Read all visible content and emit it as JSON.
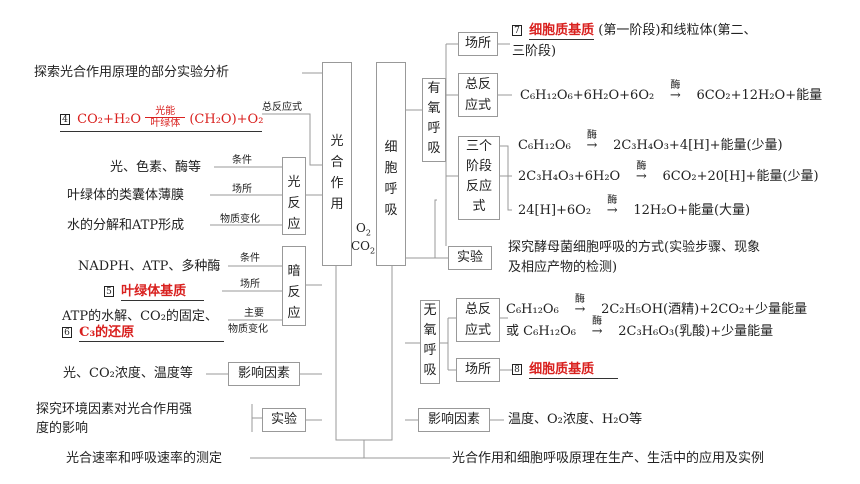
{
  "center": {
    "photo": [
      "光",
      "合",
      "作",
      "用"
    ],
    "resp": [
      "细",
      "胞",
      "呼",
      "吸"
    ],
    "o2": "O",
    "o2_sub": "2",
    "co2": "CO",
    "co2_sub": "2"
  },
  "left": {
    "top_item": "探索光合作用原理的部分实验分析",
    "total_label": "总反应式",
    "eq4_num": "4",
    "eq4_lhs": "CO₂+H₂O",
    "eq4_top": "光能",
    "eq4_bottom": "叶绿体",
    "eq4_rhs": "(CH₂O)+O₂",
    "light": {
      "title": [
        "光",
        "反",
        "应"
      ],
      "row1_label": "条件",
      "row1_text": "光、色素、酶等",
      "row2_label": "场所",
      "row2_text": "叶绿体的类囊体薄膜",
      "row3_label": "物质变化",
      "row3_text": "水的分解和ATP形成"
    },
    "dark": {
      "title": [
        "暗",
        "反",
        "应"
      ],
      "row1_label": "条件",
      "row1_text": "NADPH、ATP、多种酶",
      "row2_label": "场所",
      "row2_num": "5",
      "row2_text": "叶绿体基质",
      "row3_label_a": "主要",
      "row3_label_b": "物质变化",
      "row3_text": "ATP的水解、CO₂的固定、",
      "row3_num": "6",
      "row3_answer": "C₃的还原"
    },
    "factor_text": "光、CO₂浓度、温度等",
    "factor_box": "影响因素",
    "exp_text_1": "探究环境因素对光合作用强",
    "exp_text_2": "度的影响",
    "exp_box": "实验",
    "bottom": "光合速率和呼吸速率的测定"
  },
  "right": {
    "aerobic": {
      "title": [
        "有",
        "氧",
        "呼",
        "吸"
      ],
      "site_box": "场所",
      "site_num": "7",
      "site_answer": "细胞质基质",
      "site_text_1": "(第一阶段)和线粒体(第二、",
      "site_text_2": "三阶段)",
      "total_box": [
        "总反",
        "应式"
      ],
      "total_eq": "C₆H₁₂O₆+6H₂O+6O₂",
      "total_rhs": "6CO₂+12H₂O+能量",
      "enzyme": "酶",
      "stages_box": [
        "三个",
        "阶段",
        "反应",
        "式"
      ],
      "stage1_lhs": "C₆H₁₂O₆",
      "stage1_rhs": "2C₃H₄O₃+4[H]+能量(少量)",
      "stage2_lhs": "2C₃H₄O₃+6H₂O",
      "stage2_rhs": "6CO₂+20[H]+能量(少量)",
      "stage3_lhs": "24[H]+6O₂",
      "stage3_rhs": "12H₂O+能量(大量)"
    },
    "exp_box": "实验",
    "exp_text_1": "探究酵母菌细胞呼吸的方式(实验步骤、现象",
    "exp_text_2": "及相应产物的检测)",
    "anaerobic": {
      "title": [
        "无",
        "氧",
        "呼",
        "吸"
      ],
      "total_box": [
        "总反",
        "应式"
      ],
      "eq1_lhs": "C₆H₁₂O₆",
      "eq1_rhs": "2C₂H₅OH(酒精)+2CO₂+少量能量",
      "eq2_pre": "或",
      "eq2_lhs": "C₆H₁₂O₆",
      "eq2_rhs": "2C₃H₆O₃(乳酸)+少量能量",
      "site_box": "场所",
      "site_num": "8",
      "site_answer": "细胞质基质"
    },
    "factor_box": "影响因素",
    "factor_text": "温度、O₂浓度、H₂O等",
    "bottom": "光合作用和细胞呼吸原理在生产、生活中的应用及实例"
  },
  "colors": {
    "answer": "#d9211f",
    "line": "#999999"
  }
}
